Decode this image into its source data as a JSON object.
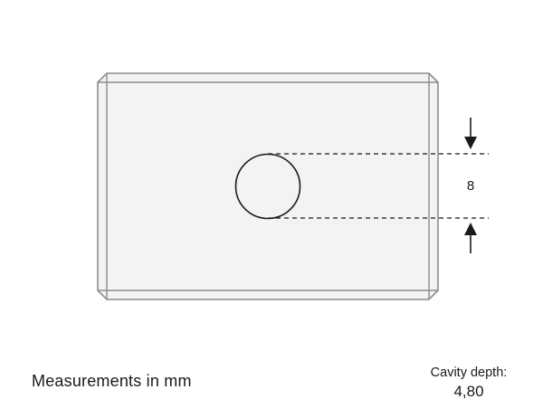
{
  "dimension": {
    "value": "8"
  },
  "units_note": "Measurements in mm",
  "cavity_depth": {
    "label": "Cavity depth:",
    "value": "4,80"
  },
  "colors": {
    "plate_fill": "#f3f3f3",
    "plate_stroke": "#8c8c8c",
    "line": "#1a1a1a"
  }
}
